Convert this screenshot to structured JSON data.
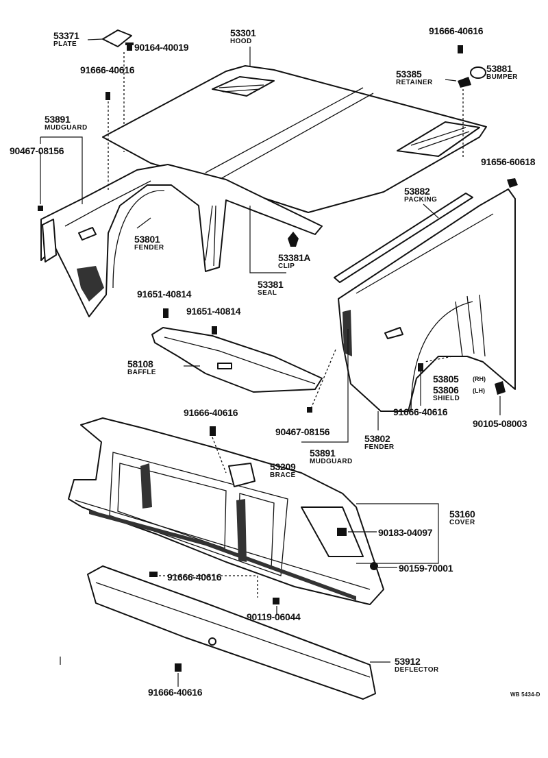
{
  "parts": {
    "plate_53371": {
      "number": "53371",
      "name": "PLATE"
    },
    "bolt_90164_40019": {
      "number": "90164-40019"
    },
    "hood_53301": {
      "number": "53301",
      "name": "HOOD"
    },
    "bolt_91666_top": {
      "number": "91666-40616"
    },
    "bumper_53881": {
      "number": "53881",
      "name": "BUMPER"
    },
    "retainer_53385": {
      "number": "53385",
      "name": "RETAINER"
    },
    "bolt_91666_left": {
      "number": "91666-40616"
    },
    "mudguard_53891_left": {
      "number": "53891",
      "name": "MUDGUARD"
    },
    "screw_90467_left": {
      "number": "90467-08156"
    },
    "bolt_91656_60618": {
      "number": "91656-60618"
    },
    "packing_53882": {
      "number": "53882",
      "name": "PACKING"
    },
    "fender_53801": {
      "number": "53801",
      "name": "FENDER"
    },
    "clip_53381a": {
      "number": "53381A",
      "name": "CLIP"
    },
    "seal_53381": {
      "number": "53381",
      "name": "SEAL"
    },
    "bolt_91651_a": {
      "number": "91651-40814"
    },
    "bolt_91651_b": {
      "number": "91651-40814"
    },
    "baffle_58108": {
      "number": "58108",
      "name": "BAFFLE"
    },
    "shield_53805": {
      "number": "53805",
      "side": "(RH)"
    },
    "shield_53806": {
      "number": "53806",
      "name": "SHIELD",
      "side": "(LH)"
    },
    "bolt_91666_shield": {
      "number": "91666-40616"
    },
    "bolt_90105_08003": {
      "number": "90105-08003"
    },
    "bolt_91666_support": {
      "number": "91666-40616"
    },
    "screw_90467_right": {
      "number": "90467-08156"
    },
    "mudguard_53891_right": {
      "number": "53891",
      "name": "MUDGUARD"
    },
    "fender_53802": {
      "number": "53802",
      "name": "FENDER"
    },
    "brace_53209": {
      "number": "53209",
      "name": "BRACE"
    },
    "cover_53160": {
      "number": "53160",
      "name": "COVER"
    },
    "nut_90183_04097": {
      "number": "90183-04097"
    },
    "clip_90159_70001": {
      "number": "90159-70001"
    },
    "bolt_91666_lower": {
      "number": "91666-40616"
    },
    "screw_90119_06044": {
      "number": "90119-06044"
    },
    "deflector_53912": {
      "number": "53912",
      "name": "DEFLECTOR"
    },
    "bolt_91666_bottom": {
      "number": "91666-40616"
    }
  },
  "reference_code": "WB 5434-D",
  "colors": {
    "ink": "#111111",
    "paper": "#ffffff"
  }
}
